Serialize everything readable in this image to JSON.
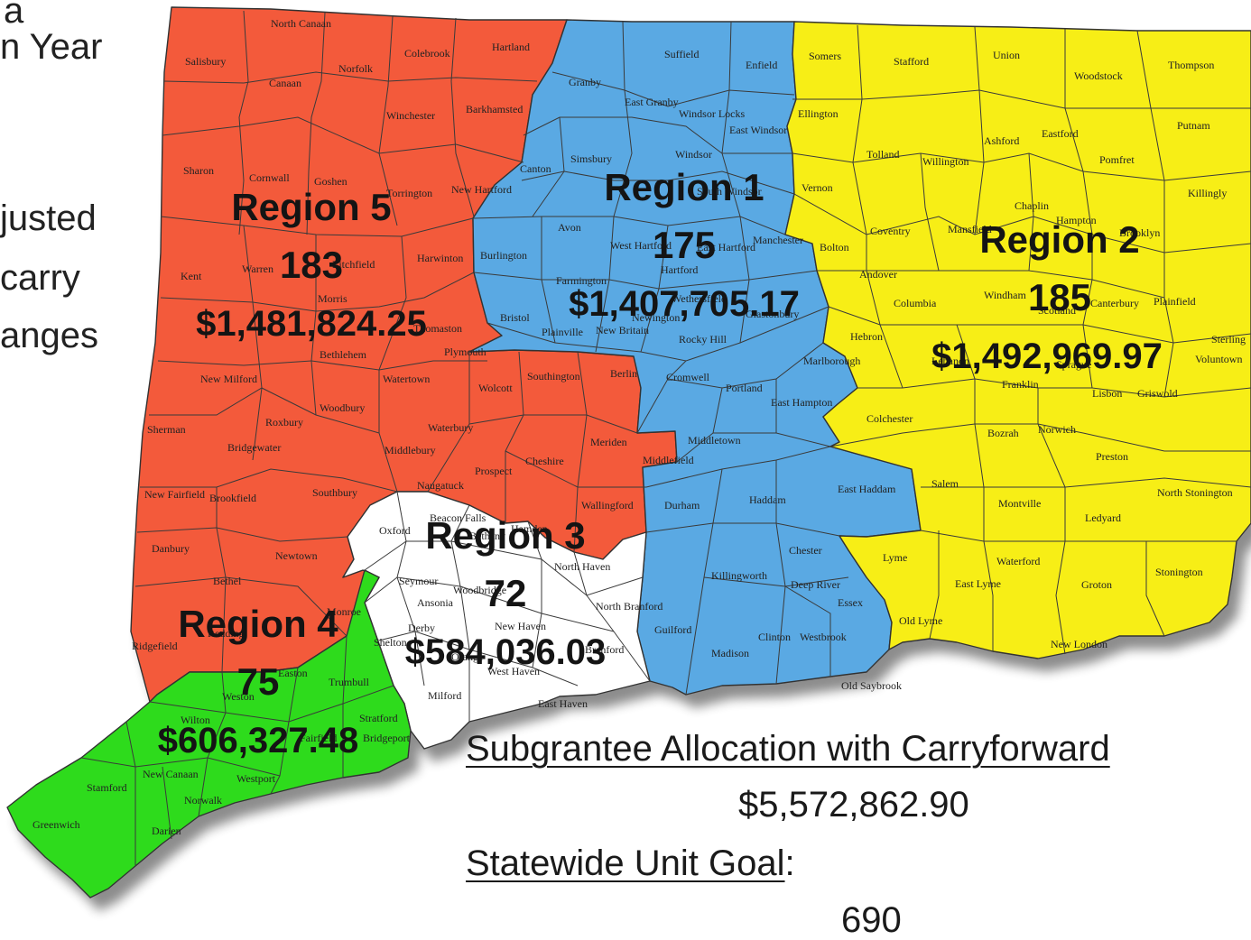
{
  "left_fragments": [
    "a",
    "n Year",
    "justed",
    "carry",
    "anges"
  ],
  "regions": [
    {
      "name": "Region 1",
      "count": "175",
      "amount": "$1,407,705.17",
      "color": "#5aa9e3"
    },
    {
      "name": "Region 2",
      "count": "185",
      "amount": "$1,492,969.97",
      "color": "#f7ee17"
    },
    {
      "name": "Region 3",
      "count": "72",
      "amount": "$584,036.03",
      "color": "#ffffff"
    },
    {
      "name": "Region 4",
      "count": "75",
      "amount": "$606,327.48",
      "color": "#2fdb1c"
    },
    {
      "name": "Region 5",
      "count": "183",
      "amount": "$1,481,824.25",
      "color": "#f35a3a"
    }
  ],
  "towns": {
    "r5": [
      "North Canaan",
      "Salisbury",
      "Norfolk",
      "Canaan",
      "Colebrook",
      "Hartland",
      "Winchester",
      "Barkhamsted",
      "Sharon",
      "Cornwall",
      "Goshen",
      "Torrington",
      "New Hartford",
      "Kent",
      "Warren",
      "Litchfield",
      "Harwinton",
      "Morris",
      "Thomaston",
      "Bethlehem",
      "Plymouth",
      "Watertown",
      "Woodbury",
      "New Milford",
      "Roxbury",
      "Waterbury",
      "Sherman",
      "Bridgewater",
      "Middlebury",
      "Naugatuck",
      "Prospect",
      "Cheshire",
      "Southington",
      "Wolcott",
      "Berlin",
      "Meriden",
      "Wallingford",
      "New Fairfield",
      "Brookfield",
      "Southbury",
      "Danbury",
      "Newtown",
      "Bethel",
      "Ridgefield"
    ],
    "r1": [
      "Granby",
      "Suffield",
      "Enfield",
      "East Granby",
      "Windsor Locks",
      "East Windsor",
      "Windsor",
      "Simsbury",
      "Canton",
      "South Windsor",
      "Avon",
      "West Hartford",
      "Hartford",
      "East Hartford",
      "Manchester",
      "Burlington",
      "Farmington",
      "Wethersfield",
      "Glastonbury",
      "Bristol",
      "Plainville",
      "New Britain",
      "Newington",
      "Rocky Hill",
      "Marlborough",
      "Cromwell",
      "Portland",
      "East Hampton",
      "Middletown",
      "Middlefield",
      "Durham",
      "Haddam",
      "East Haddam",
      "Chester",
      "Killingworth",
      "Deep River",
      "Essex",
      "Guilford",
      "Madison",
      "Clinton",
      "Westbrook",
      "Old Saybrook"
    ],
    "r2": [
      "Somers",
      "Stafford",
      "Union",
      "Woodstock",
      "Thompson",
      "Ellington",
      "Putnam",
      "Tolland",
      "Willington",
      "Ashford",
      "Eastford",
      "Pomfret",
      "Vernon",
      "Killingly",
      "Chaplin",
      "Hampton",
      "Brooklyn",
      "Bolton",
      "Coventry",
      "Mansfield",
      "Andover",
      "Columbia",
      "Windham",
      "Scotland",
      "Canterbury",
      "Plainfield",
      "Hebron",
      "Lebanon",
      "Sprague",
      "Sterling",
      "Voluntown",
      "Franklin",
      "Lisbon",
      "Griswold",
      "Colchester",
      "Bozrah",
      "Norwich",
      "Preston",
      "Salem",
      "Montville",
      "North Stonington",
      "Ledyard",
      "Lyme",
      "Waterford",
      "Stonington",
      "East Lyme",
      "Groton",
      "Old Lyme",
      "New London"
    ],
    "r3": [
      "Oxford",
      "Beacon Falls",
      "Bethany",
      "Hamden",
      "Seymour",
      "Woodbridge",
      "North Haven",
      "Ansonia",
      "Derby",
      "North Branford",
      "New Haven",
      "Shelton",
      "Orange",
      "Branford",
      "West Haven",
      "Milford",
      "East Haven"
    ],
    "r4": [
      "Monroe",
      "Easton",
      "Trumbull",
      "Weston",
      "Wilton",
      "Fairfield",
      "Stratford",
      "Bridgeport",
      "New Canaan",
      "Westport",
      "Stamford",
      "Norwalk",
      "Darien",
      "Greenwich",
      "Redding"
    ]
  },
  "summary": {
    "allocation_label": "Subgrantee Allocation with Carryforward",
    "allocation_value": "$5,572,862.90",
    "goal_label": "Statewide Unit Goal",
    "goal_suffix": ":",
    "goal_value": "690"
  }
}
